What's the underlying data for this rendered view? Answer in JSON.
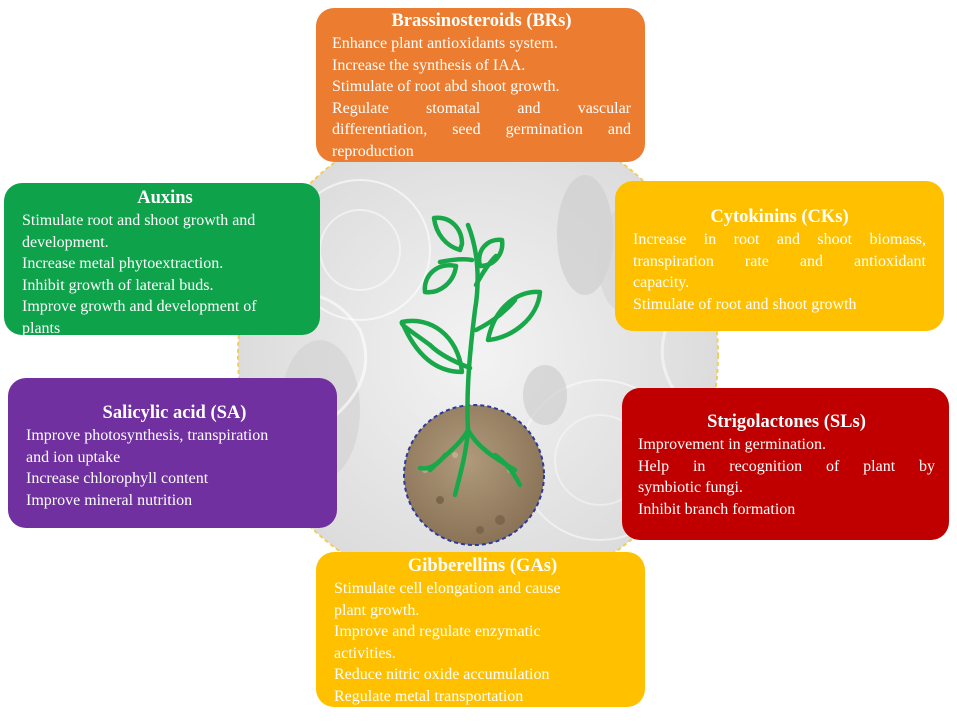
{
  "boxes": {
    "brs": {
      "title": "Brassinosteroids (BRs)",
      "lines": [
        "Enhance plant antioxidants system.",
        "Increase the synthesis of IAA.",
        "Stimulate of root abd shoot growth.",
        "Regulate stomatal and vascular",
        "differentiation, seed germination and",
        "reproduction"
      ],
      "color": "#ec7c30"
    },
    "auxins": {
      "title": "Auxins",
      "lines": [
        "Stimulate root and shoot growth and",
        "development.",
        "Increase metal phytoextraction.",
        "Inhibit growth of lateral buds.",
        "Improve growth and development of",
        "plants"
      ],
      "color": "#0ea24a"
    },
    "cytokinins": {
      "title": "Cytokinins (CKs)",
      "lines": [
        "Increase in root and shoot biomass,",
        "transpiration rate and antioxidant",
        "capacity.",
        "Stimulate of root and shoot growth"
      ],
      "color": "#ffc000"
    },
    "salicylic": {
      "title": "Salicylic acid (SA)",
      "lines": [
        "Improve photosynthesis, transpiration",
        "and ion uptake",
        "Increase chlorophyll content",
        "Improve mineral nutrition"
      ],
      "color": "#7030a0"
    },
    "strigolactones": {
      "title": "Strigolactones (SLs)",
      "lines": [
        "Improvement in germination.",
        "Help in recognition of plant by",
        "symbiotic fungi.",
        "Inhibit branch formation"
      ],
      "color": "#c00000"
    },
    "gibberellins": {
      "title": "Gibberellins (GAs)",
      "lines": [
        "Stimulate cell elongation and cause",
        "plant growth.",
        "Improve and regulate enzymatic",
        "activities.",
        "Reduce nitric oxide accumulation",
        "Regulate metal transportation"
      ],
      "color": "#ffc000"
    }
  },
  "center": {
    "icon": "plant-sprout-icon",
    "soil_icon": "soil-ball-icon",
    "plant_color": "#18a84a",
    "soil_color": "#9b8467",
    "circle_color": "#e6e6e6",
    "circle_border": "#f2d06b"
  }
}
